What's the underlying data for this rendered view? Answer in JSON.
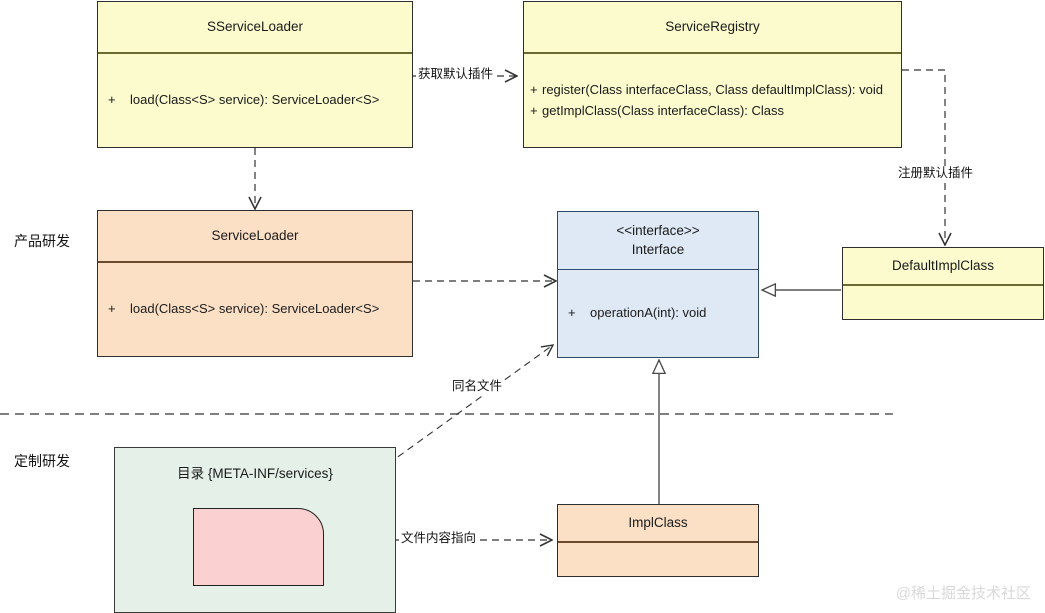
{
  "diagram": {
    "title": "SPI ServiceLoader UML diagram",
    "watermark": "@稀土掘金技术社区",
    "colors": {
      "framework_fill": "#fbfbcd",
      "product_fill": "#fbe0c6",
      "interface_fill": "#dee9f5",
      "package_fill": "#e4f0e8",
      "file_fill": "#fbd0d0",
      "line": "#222222"
    },
    "lanes": [
      {
        "name": "product-rd",
        "label": "产品研发"
      },
      {
        "name": "custom-rd",
        "label": "定制研发"
      }
    ],
    "classes": {
      "sservice_loader": {
        "name": "SServiceLoader",
        "stereotype": "",
        "members": [
          {
            "visibility": "+",
            "signature": "load(Class<S> service): ServiceLoader<S>"
          }
        ]
      },
      "service_registry": {
        "name": "ServiceRegistry",
        "stereotype": "",
        "members": [
          {
            "visibility": "+",
            "signature": "register(Class interfaceClass, Class defaultImplClass): void"
          },
          {
            "visibility": "+",
            "signature": "getImplClass(Class interfaceClass): Class"
          }
        ]
      },
      "service_loader": {
        "name": "ServiceLoader",
        "stereotype": "",
        "members": [
          {
            "visibility": "+",
            "signature": "load(Class<S> service): ServiceLoader<S>"
          }
        ]
      },
      "interface": {
        "name": "Interface",
        "stereotype": "<<interface>>",
        "members": [
          {
            "visibility": "+",
            "signature": "operationA(int): void"
          }
        ]
      },
      "default_impl_class": {
        "name": "DefaultImplClass",
        "stereotype": "",
        "members": []
      },
      "impl_class": {
        "name": "ImplClass",
        "stereotype": "",
        "members": []
      }
    },
    "package": {
      "title": "目录 {META-INF/services}",
      "file_label": ""
    },
    "edges": [
      {
        "name": "get-default-plugin",
        "label": "获取默认插件",
        "from": "sservice_loader",
        "to": "service_registry",
        "style": "dashed-open-arrow"
      },
      {
        "name": "register-default-plugin",
        "label": "注册默认插件",
        "from": "service_registry",
        "to": "default_impl_class",
        "style": "dashed-open-arrow"
      },
      {
        "name": "sservice-to-service-loader",
        "label": "",
        "from": "sservice_loader",
        "to": "service_loader",
        "style": "dashed-open-arrow"
      },
      {
        "name": "service-loader-uses-interface",
        "label": "",
        "from": "service_loader",
        "to": "interface",
        "style": "dashed-open-arrow"
      },
      {
        "name": "default-impl-realizes-interface",
        "label": "",
        "from": "default_impl_class",
        "to": "interface",
        "style": "solid-hollow-triangle"
      },
      {
        "name": "impl-realizes-interface",
        "label": "",
        "from": "impl_class",
        "to": "interface",
        "style": "solid-hollow-triangle"
      },
      {
        "name": "same-name-file",
        "label": "同名文件",
        "from": "package_file",
        "to": "interface",
        "style": "dashed-open-arrow"
      },
      {
        "name": "file-content-points-to",
        "label": "文件内容指向",
        "from": "package_file",
        "to": "impl_class",
        "style": "dashed-open-arrow"
      }
    ]
  }
}
